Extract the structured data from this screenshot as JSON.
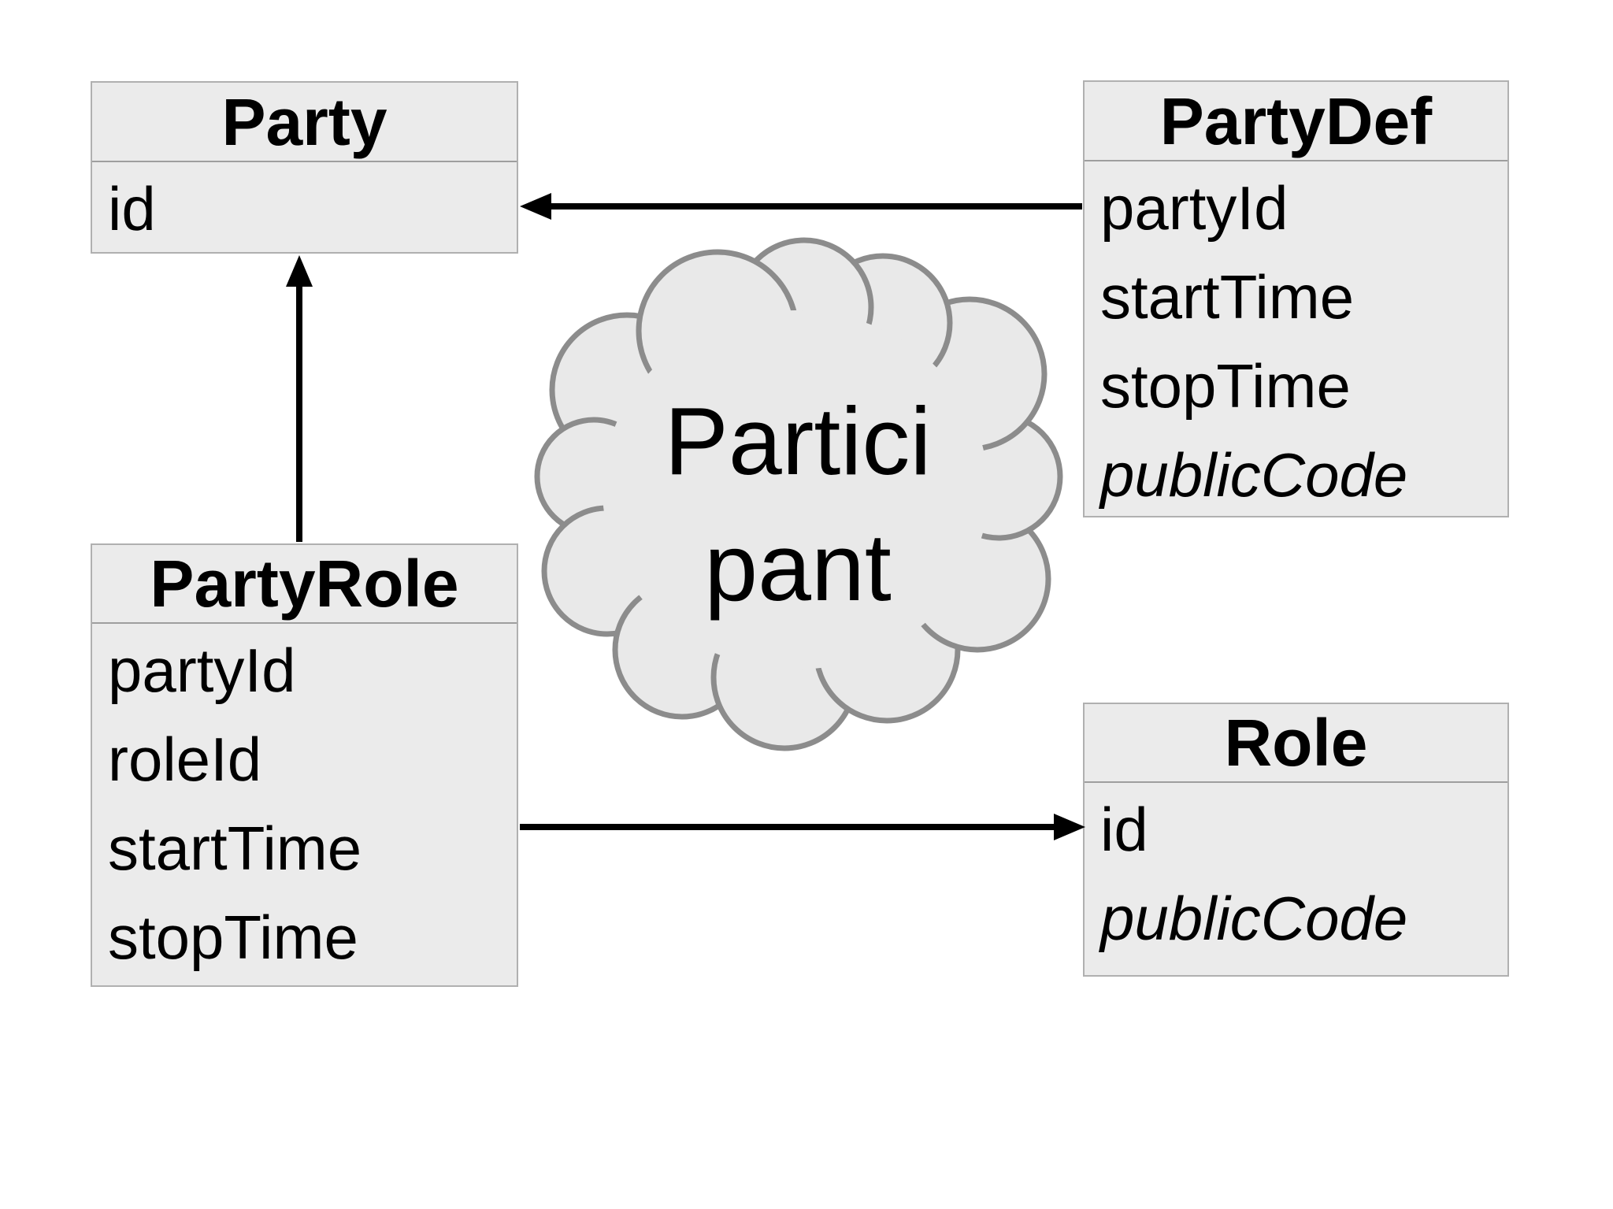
{
  "diagram": {
    "background": "#ffffff",
    "colors": {
      "box_fill": "#ebebeb",
      "box_border": "#b0b0b0",
      "header_divider": "#9e9e9e",
      "cloud_fill": "#e9e9e9",
      "cloud_stroke": "#8c8c8c",
      "arrow": "#000000",
      "text": "#000000"
    },
    "entities": [
      {
        "name": "Party",
        "fields": [
          "id"
        ]
      },
      {
        "name": "PartyDef",
        "fields": [
          "partyId",
          "startTime",
          "stopTime",
          "publicCode"
        ]
      },
      {
        "name": "PartyRole",
        "fields": [
          "partyId",
          "roleId",
          "startTime",
          "stopTime"
        ]
      },
      {
        "name": "Role",
        "fields": [
          "id",
          "publicCode"
        ]
      }
    ],
    "cloud": {
      "line1": "Partici",
      "line2": "pant"
    },
    "relations": [
      {
        "from": "PartyDef",
        "from_field": "partyId",
        "to": "Party",
        "to_field": "id"
      },
      {
        "from": "PartyRole",
        "to": "Party"
      },
      {
        "from": "PartyRole",
        "to": "Role",
        "to_field": "id"
      }
    ]
  }
}
